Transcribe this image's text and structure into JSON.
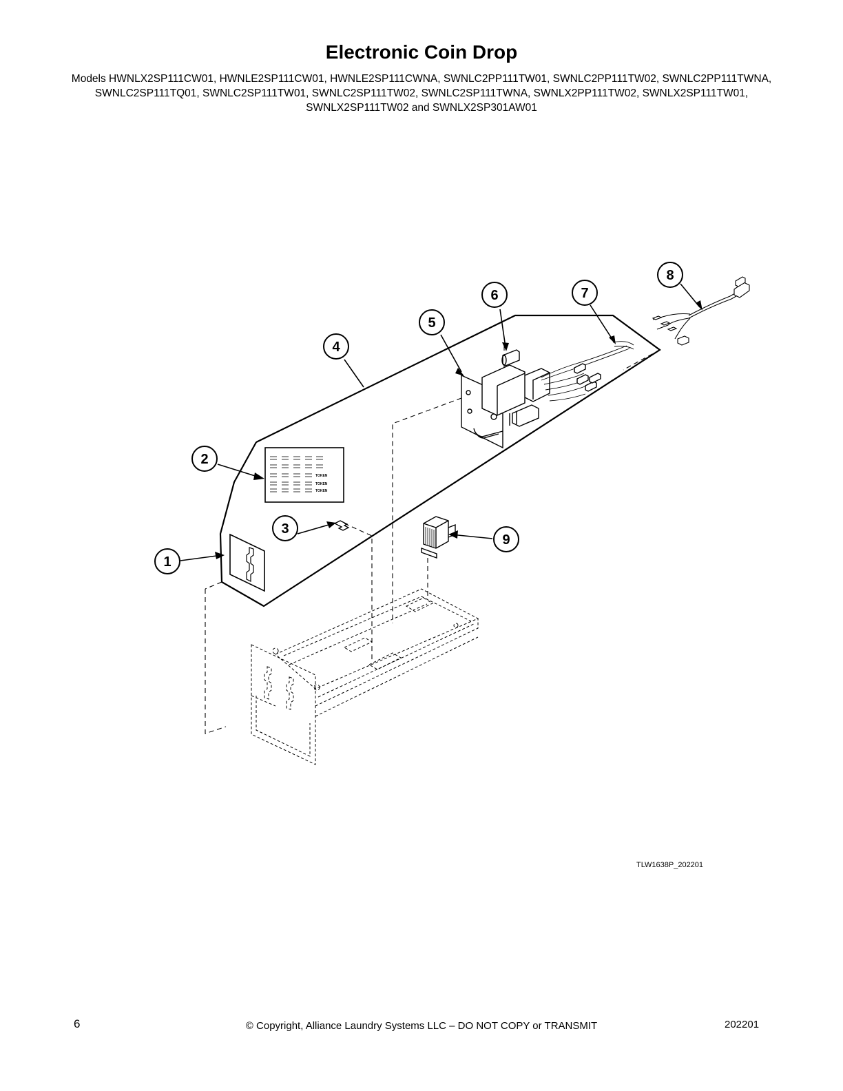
{
  "header": {
    "title": "Electronic Coin Drop",
    "models": "Models HWNLX2SP111CW01, HWNLE2SP111CW01, HWNLE2SP111CWNA, SWNLC2PP111TW01, SWNLC2PP111TW02, SWNLC2PP111TWNA, SWNLC2SP111TQ01, SWNLC2SP111TW01, SWNLC2SP111TW02, SWNLC2SP111TWNA, SWNLX2PP111TW02, SWNLX2SP111TW01, SWNLX2SP111TW02 and SWNLX2SP301AW01"
  },
  "diagram": {
    "callouts": [
      "1",
      "2",
      "3",
      "4",
      "5",
      "6",
      "7",
      "8",
      "9"
    ],
    "decal_text": [
      "TOKEN",
      "TOKEN",
      "TOKEN"
    ],
    "drawing_code": "TLW1638P_202201"
  },
  "footer": {
    "page_number": "6",
    "copyright": "© Copyright, Alliance Laundry Systems LLC – DO NOT COPY or TRANSMIT",
    "date_code": "202201"
  }
}
